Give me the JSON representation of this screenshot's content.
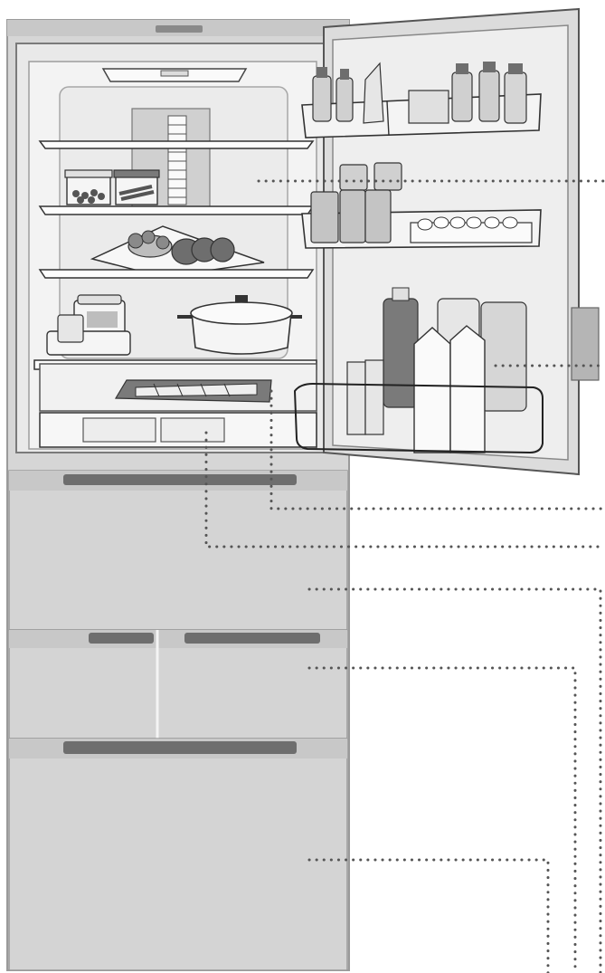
{
  "colors": {
    "body": "#d6d6d6",
    "body_edge": "#9a9a9a",
    "interior": "#eeeeee",
    "handle": "#6e6e6e",
    "door": "#dcdcdc",
    "outline": "#333333",
    "leader": "#555555"
  },
  "icons": {
    "shelf": "glass-shelf",
    "bottles": "bottle-icon",
    "cans": "can-icon",
    "milk": "milk-carton-icon",
    "pot": "pot-icon",
    "eggs": "egg-tray-icon"
  },
  "callouts": [
    {
      "id": "refrigerator-compartment"
    },
    {
      "id": "door-pocket"
    },
    {
      "id": "chilled-tray"
    },
    {
      "id": "special-drawer"
    },
    {
      "id": "vegetable-compartment"
    },
    {
      "id": "ice-and-switch-compartments"
    },
    {
      "id": "freezer-compartment"
    }
  ]
}
